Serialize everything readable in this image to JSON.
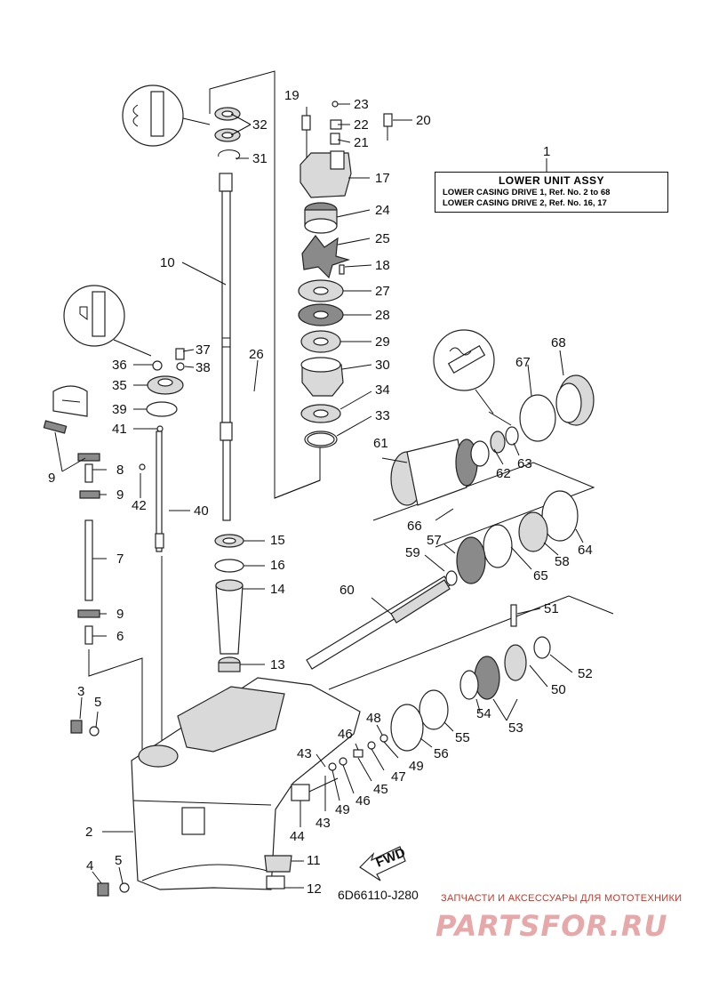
{
  "diagram": {
    "drawing_code": "6D66110-J280",
    "callouts": [
      "1",
      "2",
      "3",
      "4",
      "5",
      "5",
      "6",
      "7",
      "8",
      "9",
      "9",
      "9",
      "10",
      "11",
      "12",
      "13",
      "14",
      "15",
      "16",
      "17",
      "18",
      "19",
      "20",
      "21",
      "22",
      "23",
      "24",
      "25",
      "26",
      "27",
      "28",
      "29",
      "30",
      "31",
      "32",
      "33",
      "34",
      "35",
      "36",
      "37",
      "38",
      "39",
      "40",
      "41",
      "42",
      "43",
      "43",
      "44",
      "45",
      "46",
      "46",
      "47",
      "48",
      "49",
      "49",
      "50",
      "51",
      "52",
      "53",
      "54",
      "55",
      "56",
      "57",
      "58",
      "59",
      "60",
      "61",
      "62",
      "63",
      "64",
      "65",
      "66",
      "67",
      "68"
    ]
  },
  "info_box": {
    "title": "LOWER  UNIT  ASSY",
    "row1": "LOWER  CASING  DRIVE  1,   Ref.  No.  2  to  68",
    "row2": "LOWER  CASING  DRIVE  2,   Ref.  No.  16,  17"
  },
  "fwd_label": "FWD",
  "watermark": {
    "tagline": "ЗАПЧАСТИ И АКСЕССУАРЫ ДЛЯ МОТОТЕХНИКИ",
    "brand": "PARTSFOR.RU"
  },
  "colors": {
    "line": "#111111",
    "watermark_text": "#c0392b",
    "watermark_brand": "#e6a8a8"
  },
  "icons": [
    "grease-tube-icon",
    "sealant-tube-icon",
    "oil-tube-icon"
  ]
}
